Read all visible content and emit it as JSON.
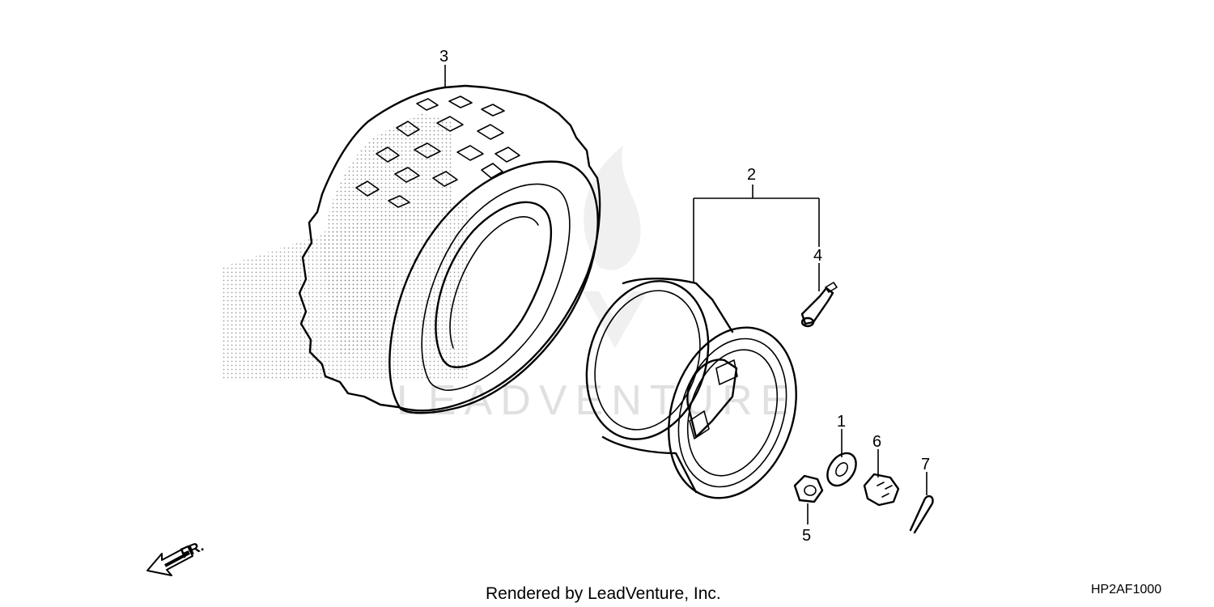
{
  "callouts": {
    "c1": "1",
    "c2": "2",
    "c3": "3",
    "c4": "4",
    "c5": "5",
    "c6": "6",
    "c7": "7"
  },
  "direction_label": "FR.",
  "footer": {
    "rendered_by": "Rendered by LeadVenture, Inc.",
    "diagram_code": "HP2AF1000"
  },
  "watermark": {
    "text": "LEADVENTURE",
    "color": "#d8d8d8"
  },
  "colors": {
    "ink": "#000000",
    "stipple": "#9a9a9a"
  }
}
